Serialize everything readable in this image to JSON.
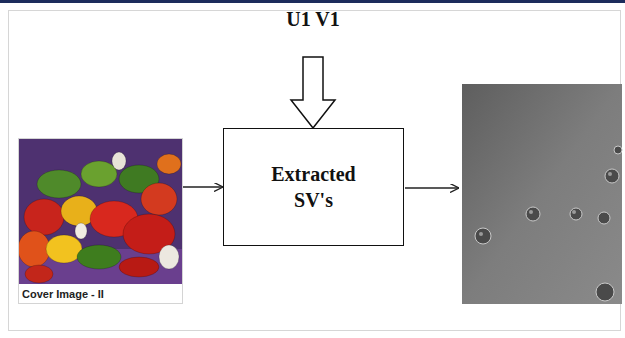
{
  "diagram": {
    "nodes": [
      {
        "text": [
          "Cover Image - II"
        ]
      },
      {
        "text": [
          "Extracted SV's"
        ]
      }
    ],
    "edges": [
      {
        "from": 0,
        "to": 1,
        "arrow": "to"
      }
    ],
    "labels": [
      "U1 V1"
    ]
  }
}
